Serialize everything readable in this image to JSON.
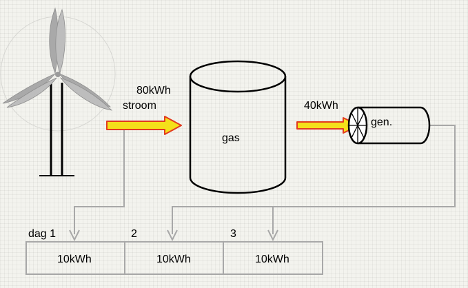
{
  "labels": {
    "energy_in": "80kWh",
    "stroom": "stroom",
    "gas": "gas",
    "energy_out": "40kWh",
    "generator": "gen."
  },
  "days": [
    {
      "header": "dag 1",
      "value": "10kWh"
    },
    {
      "header": "2",
      "value": "10kWh"
    },
    {
      "header": "3",
      "value": "10kWh"
    }
  ],
  "colors": {
    "arrow_fill": "#f4e01a",
    "arrow_border": "#e23a1e",
    "connector": "#a8a8a8",
    "turbine_blade": "#a9a9a9"
  }
}
